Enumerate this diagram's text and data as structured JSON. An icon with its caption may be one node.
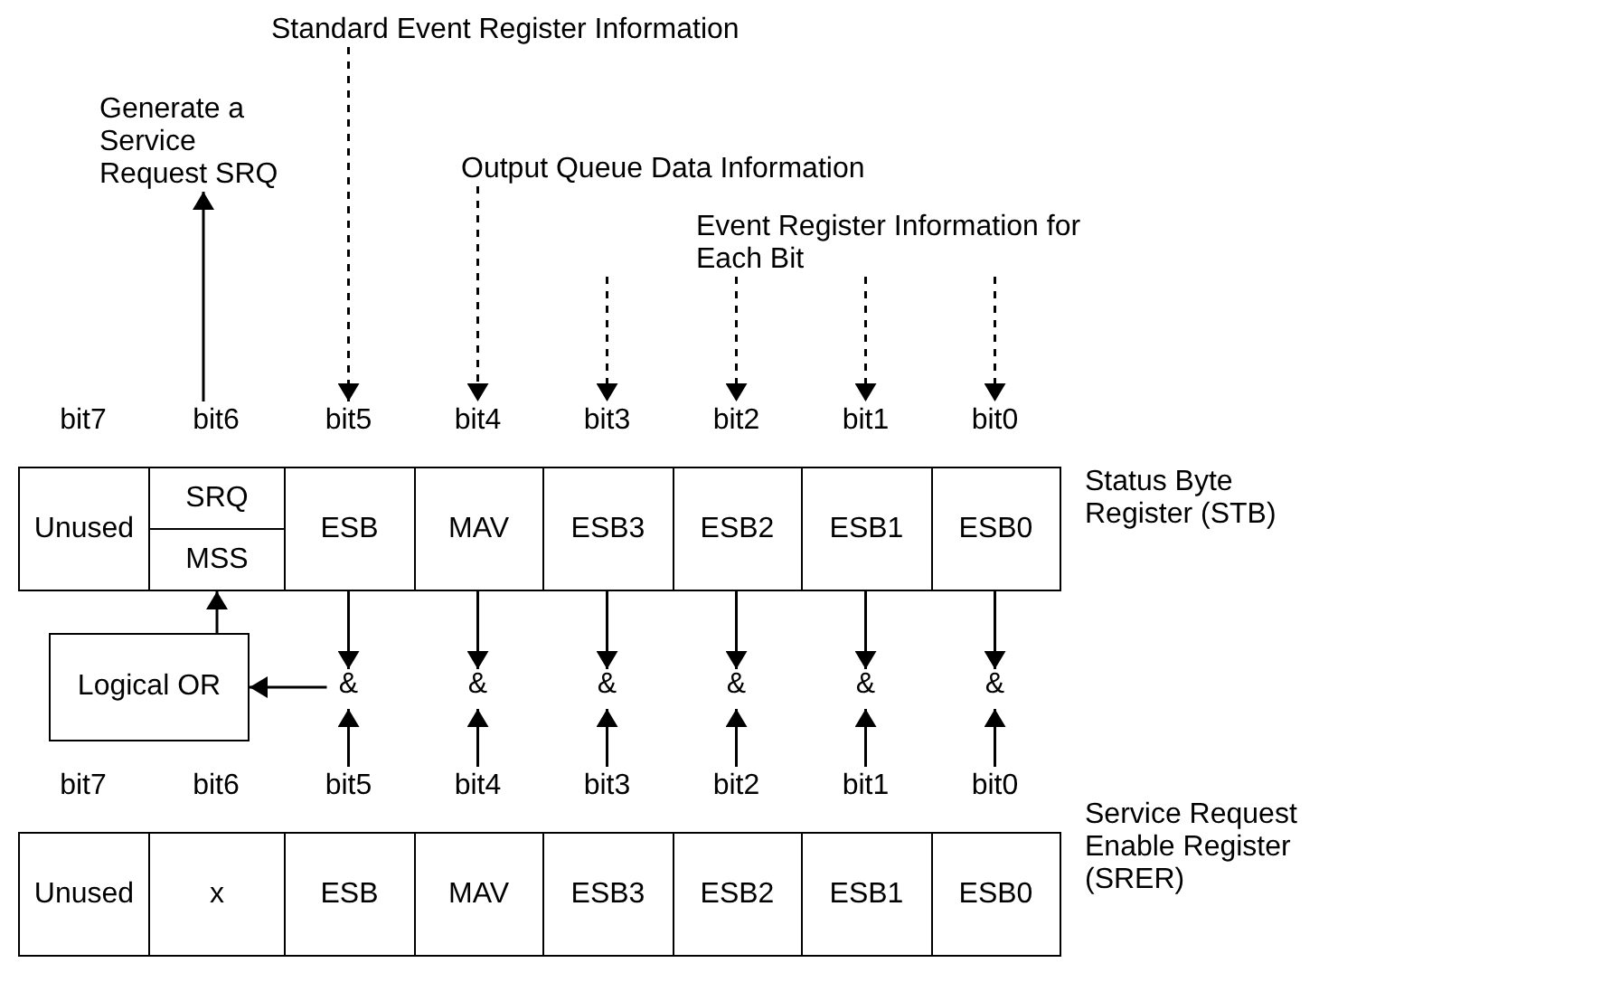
{
  "diagram": {
    "nodes": [
      {
        "text": [
          "Generate a Service Request SRQ"
        ]
      },
      {
        "text": [
          "Standard Event Register Information"
        ]
      },
      {
        "text": [
          "Output Queue Data Information"
        ]
      },
      {
        "text": [
          "Event Register Information for Each Bit"
        ]
      },
      {
        "text": [
          "Status Byte Register (STB)"
        ]
      },
      {
        "text": [
          "Unused"
        ],
        "beside": [
          "bit7"
        ]
      },
      {
        "text": [
          "SRQ"
        ],
        "beside": [
          "bit6"
        ]
      },
      {
        "text": [
          "MSS"
        ]
      },
      {
        "text": [
          "ESB"
        ],
        "beside": [
          "bit5"
        ]
      },
      {
        "text": [
          "MAV"
        ],
        "beside": [
          "bit4"
        ]
      },
      {
        "text": [
          "ESB3"
        ],
        "beside": [
          "bit3"
        ]
      },
      {
        "text": [
          "ESB2"
        ],
        "beside": [
          "bit2"
        ]
      },
      {
        "text": [
          "ESB1"
        ],
        "beside": [
          "bit1"
        ]
      },
      {
        "text": [
          "ESB0"
        ],
        "beside": [
          "bit0"
        ]
      },
      {
        "text": [
          "&"
        ]
      },
      {
        "text": [
          "&"
        ]
      },
      {
        "text": [
          "&"
        ]
      },
      {
        "text": [
          "&"
        ]
      },
      {
        "text": [
          "&"
        ]
      },
      {
        "text": [
          "&"
        ]
      },
      {
        "text": [
          "Logical OR"
        ]
      },
      {
        "text": [
          "Service Request Enable Register (SRER)"
        ]
      },
      {
        "text": [
          "Unused"
        ],
        "beside": [
          "bit7"
        ]
      },
      {
        "text": [
          "x"
        ],
        "beside": [
          "bit6"
        ]
      },
      {
        "text": [
          "ESB"
        ],
        "beside": [
          "bit5"
        ]
      },
      {
        "text": [
          "MAV"
        ],
        "beside": [
          "bit4"
        ]
      },
      {
        "text": [
          "ESB3"
        ],
        "beside": [
          "bit3"
        ]
      },
      {
        "text": [
          "ESB2"
        ],
        "beside": [
          "bit2"
        ]
      },
      {
        "text": [
          "ESB1"
        ],
        "beside": [
          "bit1"
        ]
      },
      {
        "text": [
          "ESB0"
        ],
        "beside": [
          "bit0"
        ]
      }
    ],
    "edges": [
      {
        "from": 6,
        "to": 0,
        "arrow": "to"
      },
      {
        "from": 1,
        "to": 8,
        "arrow": "to",
        "style": "dashed"
      },
      {
        "from": 2,
        "to": 9,
        "arrow": "to",
        "style": "dashed"
      },
      {
        "from": 3,
        "to": 10,
        "arrow": "to",
        "style": "dashed"
      },
      {
        "from": 3,
        "to": 11,
        "arrow": "to",
        "style": "dashed"
      },
      {
        "from": 3,
        "to": 12,
        "arrow": "to",
        "style": "dashed"
      },
      {
        "from": 3,
        "to": 13,
        "arrow": "to",
        "style": "dashed"
      },
      {
        "from": 8,
        "to": 14,
        "arrow": "to"
      },
      {
        "from": 9,
        "to": 15,
        "arrow": "to"
      },
      {
        "from": 10,
        "to": 16,
        "arrow": "to"
      },
      {
        "from": 11,
        "to": 17,
        "arrow": "to"
      },
      {
        "from": 12,
        "to": 18,
        "arrow": "to"
      },
      {
        "from": 13,
        "to": 19,
        "arrow": "to"
      },
      {
        "from": 24,
        "to": 14,
        "arrow": "to"
      },
      {
        "from": 25,
        "to": 15,
        "arrow": "to"
      },
      {
        "from": 26,
        "to": 16,
        "arrow": "to"
      },
      {
        "from": 27,
        "to": 17,
        "arrow": "to"
      },
      {
        "from": 28,
        "to": 18,
        "arrow": "to"
      },
      {
        "from": 29,
        "to": 19,
        "arrow": "to"
      },
      {
        "from": 14,
        "to": 20,
        "arrow": "to"
      },
      {
        "from": 20,
        "to": 7,
        "arrow": "to"
      }
    ]
  }
}
